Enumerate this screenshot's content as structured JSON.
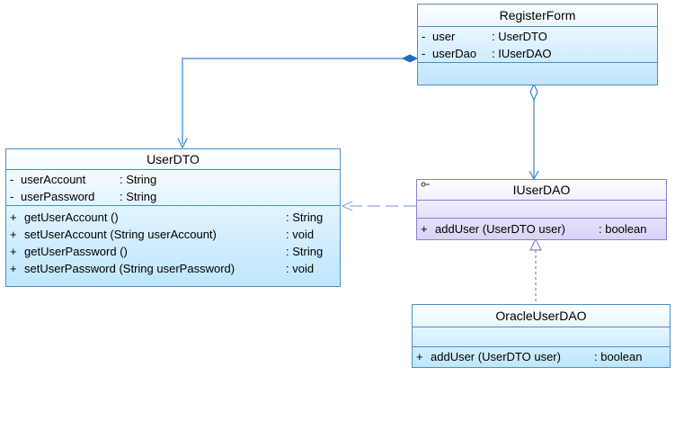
{
  "classes": {
    "register_form": {
      "name": "RegisterForm",
      "attributes": [
        {
          "visibility": "-",
          "name": "user",
          "type": ": UserDTO"
        },
        {
          "visibility": "-",
          "name": "userDao",
          "type": ": IUserDAO"
        }
      ]
    },
    "user_dto": {
      "name": "UserDTO",
      "attributes": [
        {
          "visibility": "-",
          "name": "userAccount",
          "type": ": String"
        },
        {
          "visibility": "-",
          "name": "userPassword",
          "type": ": String"
        }
      ],
      "operations": [
        {
          "visibility": "+",
          "signature": "getUserAccount ()",
          "type": ": String"
        },
        {
          "visibility": "+",
          "signature": "setUserAccount (String userAccount)",
          "type": ": void"
        },
        {
          "visibility": "+",
          "signature": "getUserPassword ()",
          "type": ": String"
        },
        {
          "visibility": "+",
          "signature": "setUserPassword (String userPassword)",
          "type": ": void"
        }
      ]
    },
    "iuser_dao": {
      "name": "IUserDAO",
      "stereotype_icon": "interface-icon",
      "operations": [
        {
          "visibility": "+",
          "signature": "addUser (UserDTO user)",
          "type": ": boolean"
        }
      ]
    },
    "oracle_user_dao": {
      "name": "OracleUserDAO",
      "operations": [
        {
          "visibility": "+",
          "signature": "addUser (UserDTO user)",
          "type": ": boolean"
        }
      ]
    }
  },
  "relationships": [
    {
      "kind": "association-composition",
      "from": "RegisterForm",
      "to": "UserDTO"
    },
    {
      "kind": "aggregation",
      "from": "RegisterForm",
      "to": "IUserDAO"
    },
    {
      "kind": "dependency",
      "from": "IUserDAO",
      "to": "UserDTO"
    },
    {
      "kind": "realization",
      "from": "OracleUserDAO",
      "to": "IUserDAO"
    }
  ],
  "colors": {
    "class_border": "#4a90c8",
    "interface_border": "#8a80d0",
    "edge_blue": "#2f86d8",
    "edge_purple": "#8a80d0"
  }
}
